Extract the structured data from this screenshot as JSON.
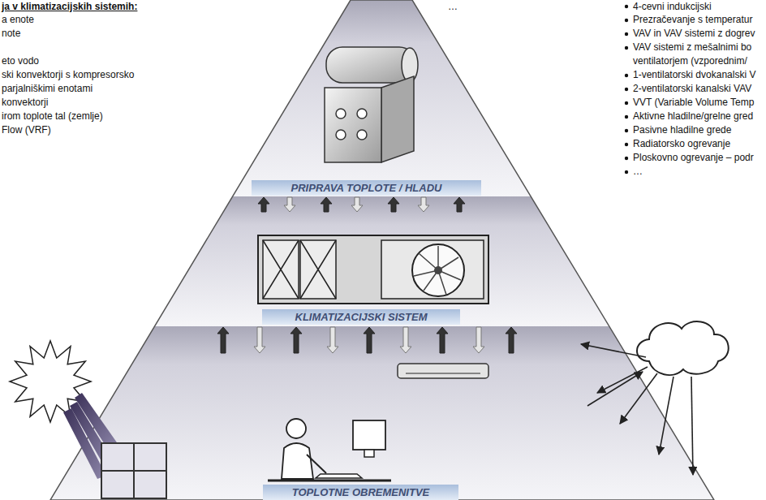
{
  "diagram": {
    "nodes": [
      {
        "text": [
          "PRIPRAVA TOPLOTE / HLADU"
        ]
      },
      {
        "text": [
          "KLIMATIZACIJSKI SISTEM"
        ]
      },
      {
        "text": [
          "TOPLOTNE OBREMENITVE"
        ]
      }
    ],
    "edges": [
      {
        "from": 1,
        "to": 0,
        "arrow": "to"
      },
      {
        "from": 0,
        "to": 1,
        "arrow": "to"
      },
      {
        "from": 2,
        "to": 1,
        "arrow": "to"
      },
      {
        "from": 1,
        "to": 2,
        "arrow": "to"
      }
    ],
    "labels": [
      "ja v klimatizacijskih sistemih:",
      "a enote",
      "note",
      "eto vodo",
      "ski konvektorji s kompresorsko",
      "parjalniškimi enotami",
      "konvektorji",
      "irom toplote tal (zemlje)",
      "Flow (VRF)",
      "…",
      "4-cevni indukcijski",
      "Prezračevanje s temperatur",
      "VAV in VAV sistemi z dogrev",
      "VAV sistemi z mešalnimi bo",
      "ventilatorjem (vzporednim/",
      "1-ventilatorski dvokanalski V",
      "2-ventilatorski kanalski VAV",
      "VVT (Variable Volume Temp",
      "Aktivne hladilne/grelne gred",
      "Pasivne hladilne grede",
      "Radiatorsko ogrevanje",
      "Ploskovno ogrevanje – podr",
      "…"
    ]
  }
}
